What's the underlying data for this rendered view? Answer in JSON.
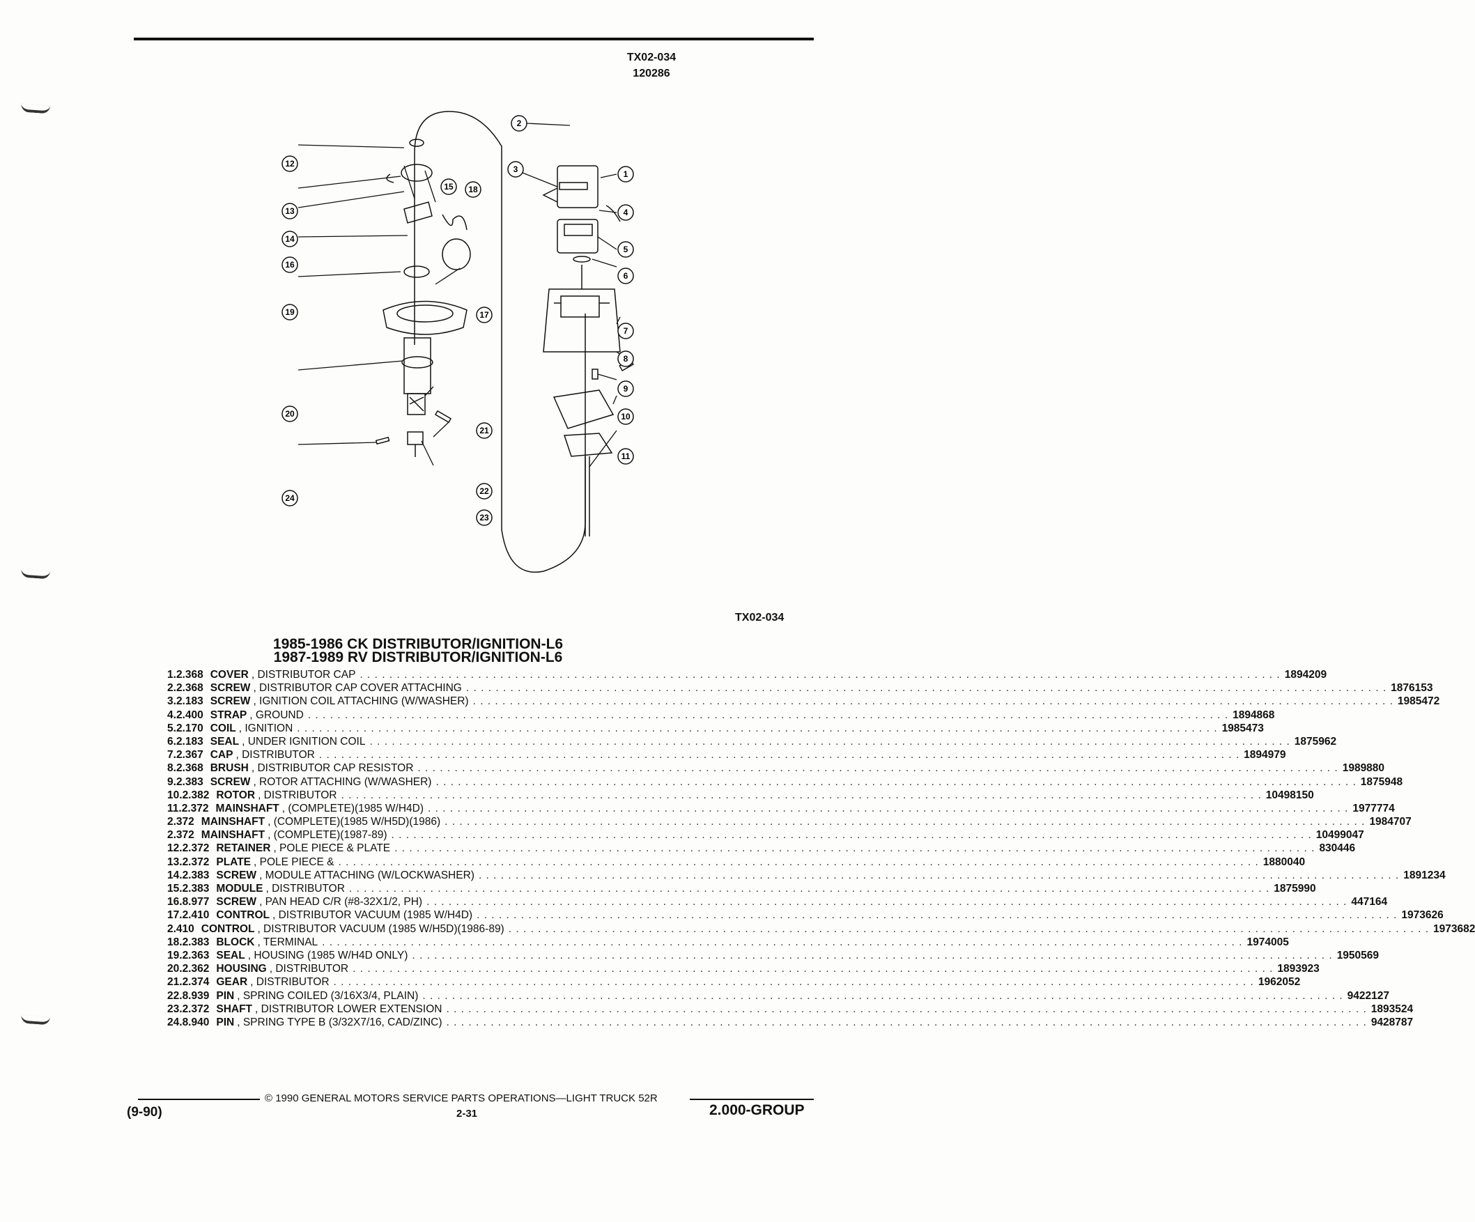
{
  "header": {
    "figure_code": "TX02-034",
    "figure_date": "120286"
  },
  "figure": {
    "callouts": [
      "1",
      "2",
      "3",
      "4",
      "5",
      "6",
      "7",
      "8",
      "9",
      "10",
      "11",
      "12",
      "13",
      "14",
      "15",
      "16",
      "17",
      "18",
      "19",
      "20",
      "21",
      "22",
      "23",
      "24"
    ],
    "caption_code": "TX02-034"
  },
  "titles": [
    "1985-1986 CK DISTRIBUTOR/IGNITION-L6",
    "1987-1989 RV DISTRIBUTOR/IGNITION-L6"
  ],
  "parts": [
    {
      "num": "1.",
      "group": "2.368",
      "name": "COVER",
      "desc": ", DISTRIBUTOR CAP",
      "part": "1894209"
    },
    {
      "num": "2.",
      "group": "2.368",
      "name": "SCREW",
      "desc": ", DISTRIBUTOR CAP COVER ATTACHING",
      "part": "1876153"
    },
    {
      "num": "3.",
      "group": "2.183",
      "name": "SCREW",
      "desc": ", IGNITION COIL ATTACHING (W/WASHER)",
      "part": "1985472"
    },
    {
      "num": "4.",
      "group": "2.400",
      "name": "STRAP",
      "desc": ", GROUND",
      "part": "1894868"
    },
    {
      "num": "5.",
      "group": "2.170",
      "name": "COIL",
      "desc": ", IGNITION",
      "part": "1985473"
    },
    {
      "num": "6.",
      "group": "2.183",
      "name": "SEAL",
      "desc": ", UNDER IGNITION COIL",
      "part": "1875962"
    },
    {
      "num": "7.",
      "group": "2.367",
      "name": "CAP",
      "desc": ", DISTRIBUTOR",
      "part": "1894979"
    },
    {
      "num": "8.",
      "group": "2.368",
      "name": "BRUSH",
      "desc": ", DISTRIBUTOR CAP RESISTOR",
      "part": "1989880"
    },
    {
      "num": "9.",
      "group": "2.383",
      "name": "SCREW",
      "desc": ", ROTOR ATTACHING (W/WASHER)",
      "part": "1875948"
    },
    {
      "num": "10.",
      "group": "2.382",
      "name": "ROTOR",
      "desc": ", DISTRIBUTOR",
      "part": "10498150"
    },
    {
      "num": "11.",
      "group": "2.372",
      "name": "MAINSHAFT",
      "desc": ", (COMPLETE)(1985 W/H4D)",
      "part": "1977774"
    },
    {
      "num": "",
      "group": "2.372",
      "name": "MAINSHAFT",
      "desc": ", (COMPLETE)(1985 W/H5D)(1986)",
      "part": "1984707"
    },
    {
      "num": "",
      "group": "2.372",
      "name": "MAINSHAFT",
      "desc": ", (COMPLETE)(1987-89)",
      "part": "10499047"
    },
    {
      "num": "12.",
      "group": "2.372",
      "name": "RETAINER",
      "desc": ", POLE PIECE & PLATE",
      "part": "830446"
    },
    {
      "num": "13.",
      "group": "2.372",
      "name": "PLATE",
      "desc": ", POLE PIECE &",
      "part": "1880040"
    },
    {
      "num": "14.",
      "group": "2.383",
      "name": "SCREW",
      "desc": ", MODULE ATTACHING (W/LOCKWASHER)",
      "part": "1891234"
    },
    {
      "num": "15.",
      "group": "2.383",
      "name": "MODULE",
      "desc": ", DISTRIBUTOR",
      "part": "1875990"
    },
    {
      "num": "16.",
      "group": "8.977",
      "name": "SCREW",
      "desc": ", PAN HEAD C/R (#8-32X1/2, PH)",
      "part": "447164"
    },
    {
      "num": "17.",
      "group": "2.410",
      "name": "CONTROL",
      "desc": ", DISTRIBUTOR VACUUM (1985 W/H4D)",
      "part": "1973626"
    },
    {
      "num": "",
      "group": "2.410",
      "name": "CONTROL",
      "desc": ", DISTRIBUTOR VACUUM (1985 W/H5D)(1986-89)",
      "part": "1973682"
    },
    {
      "num": "18.",
      "group": "2.383",
      "name": "BLOCK",
      "desc": ", TERMINAL",
      "part": "1974005"
    },
    {
      "num": "19.",
      "group": "2.363",
      "name": "SEAL",
      "desc": ", HOUSING (1985 W/H4D ONLY)",
      "part": "1950569"
    },
    {
      "num": "20.",
      "group": "2.362",
      "name": "HOUSING",
      "desc": ", DISTRIBUTOR",
      "part": "1893923"
    },
    {
      "num": "21.",
      "group": "2.374",
      "name": "GEAR",
      "desc": ", DISTRIBUTOR",
      "part": "1962052"
    },
    {
      "num": "22.",
      "group": "8.939",
      "name": "PIN",
      "desc": ", SPRING COILED (3/16X3/4, PLAIN)",
      "part": "9422127"
    },
    {
      "num": "23.",
      "group": "2.372",
      "name": "SHAFT",
      "desc": ", DISTRIBUTOR LOWER EXTENSION",
      "part": "1893524"
    },
    {
      "num": "24.",
      "group": "8.940",
      "name": "PIN",
      "desc": ", SPRING TYPE B (3/32X7/16, CAD/ZINC)",
      "part": "9428787"
    }
  ],
  "footer": {
    "copyright": "© 1990 GENERAL MOTORS SERVICE PARTS OPERATIONS—LIGHT TRUCK 52R",
    "date": "(9-90)",
    "page": "2-31",
    "group": "2.000-GROUP"
  }
}
